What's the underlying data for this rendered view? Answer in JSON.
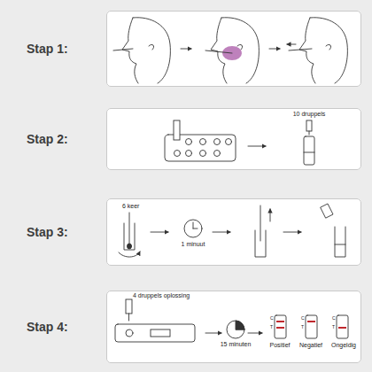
{
  "diagram": {
    "nodes": [
      {
        "text": [
          "Stap 1:"
        ]
      },
      {
        "text": [
          "Stap 2:"
        ]
      },
      {
        "text": [
          "Stap 3:"
        ]
      },
      {
        "text": [
          "Stap 4:"
        ]
      }
    ],
    "labels": [
      "10 druppels",
      "6 keer",
      "1 minuut",
      "4 druppels oplossing",
      "15 minuten",
      "C",
      "T",
      "Positief",
      "C",
      "T",
      "Negatief",
      "C",
      "T",
      "Ongeldig"
    ]
  }
}
